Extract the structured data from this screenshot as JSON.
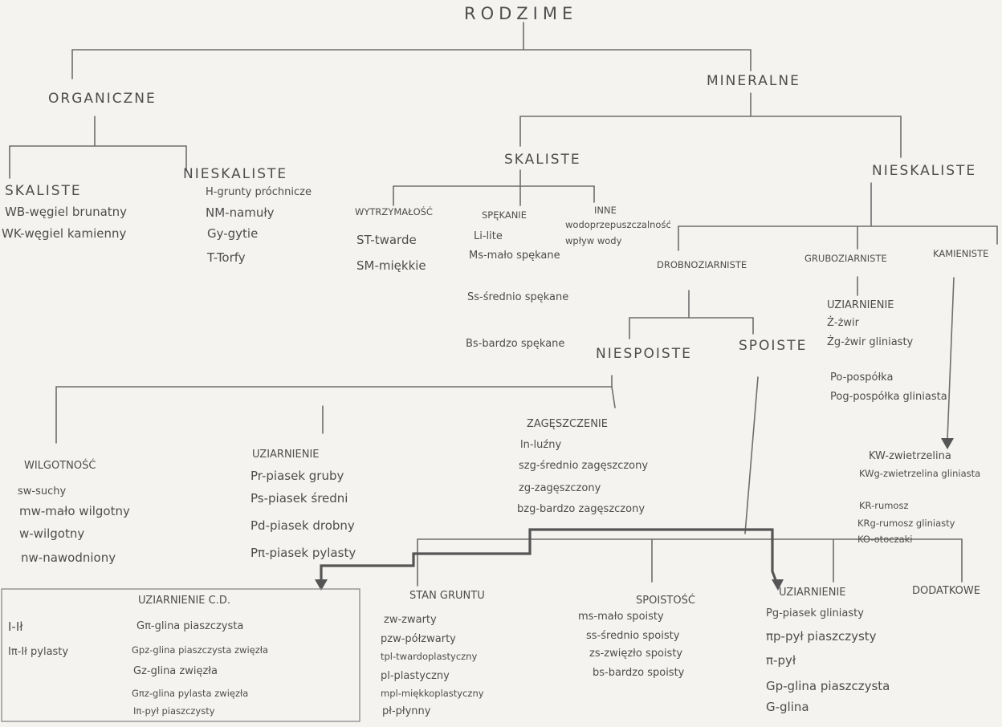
{
  "root": "RODZIME",
  "organiczne": {
    "title": "ORGANICZNE",
    "skaliste": {
      "title": "SKALISTE",
      "items": [
        "WB-węgiel brunatny",
        "WK-węgiel kamienny"
      ]
    },
    "nieskaliste": {
      "title": "NIESKALISTE",
      "items": [
        "H-grunty próchnicze",
        "NM-namuły",
        "Gy-gytie",
        "T-Torfy"
      ]
    }
  },
  "mineralne": {
    "title": "MINERALNE",
    "skaliste": {
      "title": "SKALISTE",
      "wytrzymalosc": {
        "title": "WYTRZYMAŁOŚĆ",
        "items": [
          "ST-twarde",
          "SM-miękkie"
        ]
      },
      "spekanie": {
        "title": "SPĘKANIE",
        "items": [
          "Li-lite",
          "Ms-mało spękane",
          "Ss-średnio spękane",
          "Bs-bardzo spękane"
        ]
      },
      "inne": {
        "title": "INNE",
        "items": [
          "wodoprzepuszczalność",
          "wpływ wody"
        ]
      }
    },
    "nieskaliste": {
      "title": "NIESKALISTE",
      "drobnoziarniste": {
        "title": "DROBNOZIARNISTE",
        "niespoiste": {
          "title": "NIESPOISTE",
          "wilgotnosc": {
            "title": "WILGOTNOŚĆ",
            "items": [
              "sw-suchy",
              "mw-mało wilgotny",
              "w-wilgotny",
              "nw-nawodniony"
            ]
          },
          "uziarnienie": {
            "title": "UZIARNIENIE",
            "items": [
              "Pr-piasek gruby",
              "Ps-piasek średni",
              "Pd-piasek drobny",
              "Pπ-piasek pylasty"
            ]
          },
          "zageszczenie": {
            "title": "ZAGĘSZCZENIE",
            "items": [
              "ln-luźny",
              "szg-średnio zagęszczony",
              "zg-zagęszczony",
              "bzg-bardzo zagęszczony"
            ]
          }
        },
        "spoiste": {
          "title": "SPOISTE",
          "uziarnienie_cd": {
            "title": "UZIARNIENIE C.D.",
            "left_items": [
              "I-Ił",
              "Iπ-Ił pylasty"
            ],
            "items": [
              "Gπ-glina piaszczysta",
              "Gpz-glina piaszczysta zwięzła",
              "Gz-glina zwięzła",
              "Gπz-glina pylasta zwięzła",
              "Iπ-pył piaszczysty"
            ]
          },
          "stan_gruntu": {
            "title": "STAN GRUNTU",
            "items": [
              "zw-zwarty",
              "pzw-półzwarty",
              "tpl-twardoplastyczny",
              "pl-plastyczny",
              "mpl-miękkoplastyczny",
              "pł-płynny"
            ]
          },
          "spoistosc": {
            "title": "SPOISTOŚĆ",
            "items": [
              "ms-mało spoisty",
              "ss-średnio spoisty",
              "zs-zwięzło spoisty",
              "bs-bardzo spoisty"
            ]
          },
          "uziarnienie": {
            "title": "UZIARNIENIE",
            "items": [
              "Pg-piasek gliniasty",
              "πp-pył piaszczysty",
              "π-pył",
              "Gp-glina piaszczysta",
              "G-glina"
            ]
          },
          "dodatkowe": {
            "title": "DODATKOWE"
          }
        }
      },
      "gruboziarniste": {
        "title": "GRUBOZIARNISTE",
        "uziarnienie": {
          "title": "UZIARNIENIE",
          "items": [
            "Ż-żwir",
            "Żg-żwir gliniasty",
            "Po-pospółka",
            "Pog-pospółka gliniasta"
          ]
        }
      },
      "kamieniste": {
        "title": "KAMIENISTE",
        "items": [
          "KW-zwietrzelina",
          "KWg-zwietrzelina gliniasta",
          "KR-rumosz",
          "KRg-rumosz gliniasty",
          "KO-otoczaki"
        ]
      }
    }
  }
}
